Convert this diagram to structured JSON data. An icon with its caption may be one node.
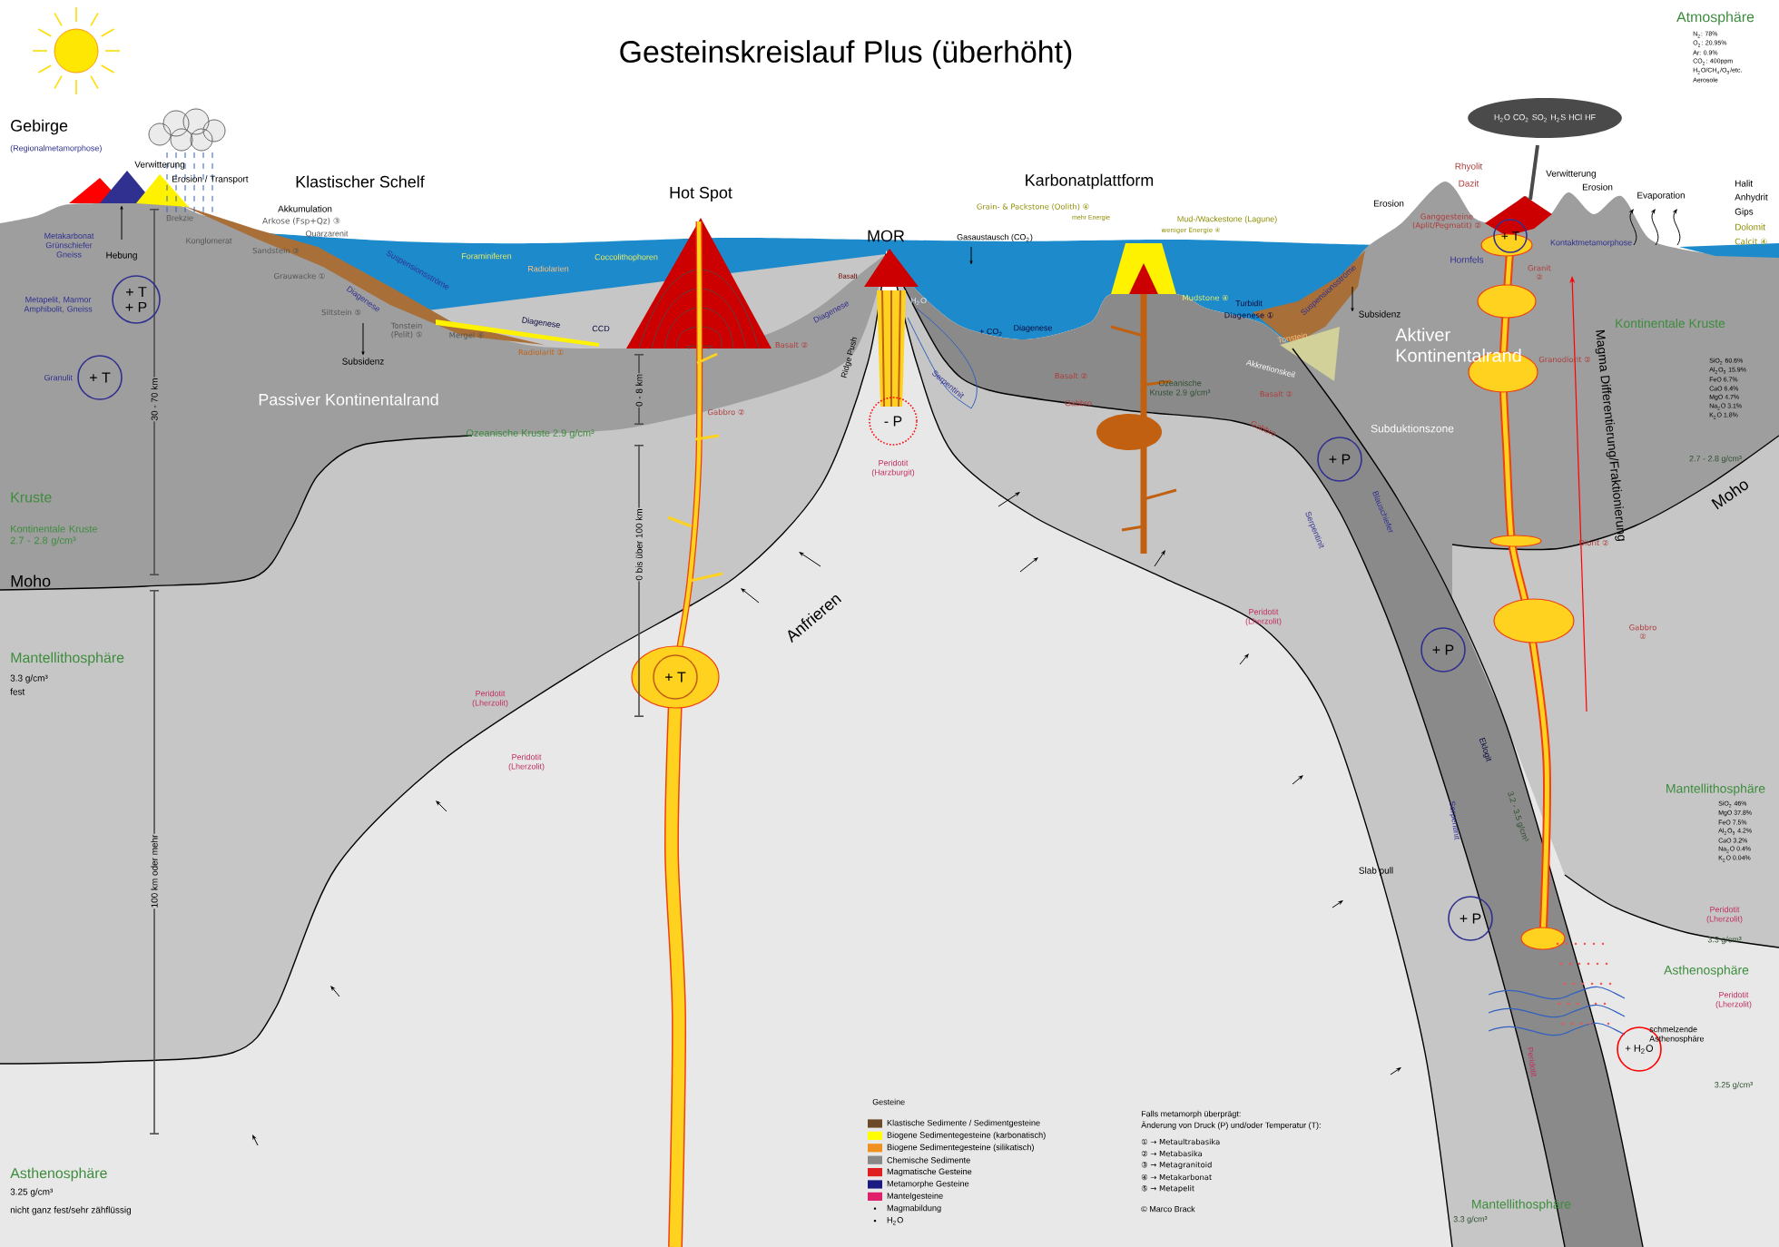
{
  "diagram": {
    "title": "Gesteinskreislauf Plus (überhöht)",
    "nodes": [
      {
        "text": [
          "+ T",
          "+ P"
        ]
      },
      {
        "text": [
          "+ T"
        ],
        "beside": [
          "Granulit"
        ]
      },
      {
        "text": [
          "+ T"
        ]
      },
      {
        "text": [
          "- P"
        ]
      },
      {
        "text": [
          "+ T"
        ]
      },
      {
        "text": [
          "+ P"
        ]
      },
      {
        "text": [
          "+ P"
        ]
      },
      {
        "text": [
          "+ P"
        ]
      },
      {
        "text": [
          "+ H$_{2}$O"
        ]
      },
      {
        "text": [
          "H$_{2}$O CO$_{2}$ SO$_{2}$ H$_{2}$S HCl HF"
        ]
      }
    ],
    "labels": [
      "Atmosphäre",
      "N$_{2}$: 78%",
      "O$_{2}$: 20.95%",
      "Ar: 0.9%",
      "CO$_{2}$: 400ppm",
      "H$_{2}$O/CH$_{4}$/O$_{3}$/etc.",
      "Aerosole",
      "Gebirge",
      "(Regionalmetamorphose)",
      "Verwitterung",
      "Erosion / Transport",
      "Klastischer Schelf",
      "Akkumulation",
      "Arkose (Fsp+Qz) ③",
      "Quarzarenit",
      "Brekzie",
      "Konglomerat",
      "Sandstein ③",
      "Grauwacke ①",
      "Siltstein ⑤",
      "Tonstein (Pelit) ⑤",
      "Mergel ④",
      "Diagenese",
      "Suspensionsströme",
      "Subsidenz",
      "Foraminiferen",
      "Radiolarien",
      "Coccolithophoren",
      "Diagenese",
      "CCD",
      "Radiolarit ①",
      "Metakarbonat Grünschiefer Gneiss",
      "Hebung",
      "Metapelit, Marmor Amphibolit, Gneiss",
      "30 - 70 km",
      "Passiver Kontinentalrand",
      "Ozeanische Kruste 2.9 g/cm³",
      "Kruste",
      "Kontinentale Kruste 2.7 - 2.8 g/cm³",
      "Moho",
      "Mantellithosphäre",
      "3.3 g/cm³",
      "fest",
      "100 km oder mehr",
      "Asthenosphäre",
      "3.25 g/cm³",
      "nicht ganz fest/sehr zähflüssig",
      "Peridotit (Lherzolit)",
      "Peridotit (Lherzolit)",
      "Hot Spot",
      "Basalt ②",
      "Gabbro ②",
      "0 - 8 km",
      "0 bis über 100 km",
      "Anfrieren",
      "MOR",
      "Gasaustausch (CO$_{2}$)",
      "Diagenese",
      "Ridge Push",
      "Basalt",
      "H$_{2}$O",
      "Serpentinit",
      "+ CO$_{2}$",
      "Diagenese",
      "Basalt ②",
      "Gabbro",
      "Peridotit (Harzburgit)",
      "Karbonatplattform",
      "Grain- & Packstone (Oolith) ④",
      "mehr Energie",
      "Mud-/Wackestone (Lagune)",
      "weniger Energie ④",
      "Mudstone ④",
      "Turbidit",
      "Diagenese ①",
      "Suspensionsströme",
      "Tonstein",
      "Subsidenz",
      "Aktiver Kontinentalrand",
      "Akkretionskeil",
      "Ozeanische Kruste 2.9 g/cm³",
      "Basalt ②",
      "Gabbro",
      "Subduktionszone",
      "Erosion",
      "Rhyolit",
      "Dazit",
      "Verwitterung",
      "Erosion",
      "Ganggesteine (Aplit/Pegmatit) ②",
      "Hornfels",
      "Kontaktmetamorphose",
      "Granit ②",
      "Evaporation",
      "Halit",
      "Anhydrit",
      "Gips",
      "Dolomit",
      "Calcit ④",
      "Granodiorit ②",
      "Magma Differentierung/Fraktionierung",
      "Kontinentale Kruste",
      "SiO$_{2}$ 60.6%",
      "Al$_{2}$O$_{3}$ 15.9%",
      "FeO 6.7%",
      "CaO 6.4%",
      "MgO 4.7%",
      "Na$_{2}$O 3.1%",
      "K$_{2}$O 1.8%",
      "2.7 - 2.8 g/cm³",
      "Moho",
      "Diorit ②",
      "Gabbro ②",
      "Peridotit (Lherzolit)",
      "Serpentinit",
      "Blauschiefer",
      "Serpentinit",
      "Eklogit",
      "3.2 - 3.5 g/cm³",
      "Slab pull",
      "Peridotit",
      "Mantellithosphäre",
      "SiO$_{2}$ 46%",
      "MgO 37.8%",
      "FeO 7.5%",
      "Al$_{2}$O$_{3}$ 4.2%",
      "CaO 3.2%",
      "Na$_{2}$O 0.4%",
      "K$_{2}$O 0.04%",
      "Peridotit (Lherzolit)",
      "3.3 g/cm³",
      "Asthenosphäre",
      "Peridotit (Lherzolit)",
      "schmelzende Asthenosphäre",
      "3.25 g/cm³",
      "Mantellithosphäre",
      "3.3 g/cm³",
      "Gesteine",
      "Falls metamorph überprägt:",
      "Änderung von Druck (P) und/oder Temperatur (T):",
      "① → Metaultrabasika",
      "② → Metabasika",
      "③ → Metagranitoid",
      "④ → Metakarbonat",
      "⑤ → Metapelit",
      "© Marco Brack"
    ],
    "legend": [
      {
        "text": "Klastische Sedimente / Sedimentgesteine",
        "color": "#6b4a2a"
      },
      {
        "text": "Biogene Sedimentegesteine (karbonatisch)",
        "color": "#ffff00"
      },
      {
        "text": "Biogene Sedimentegesteine (silikatisch)",
        "color": "#f0901e"
      },
      {
        "text": "Chemische Sedimente",
        "color": "#888888"
      },
      {
        "text": "Magmatische Gesteine",
        "color": "#e02020"
      },
      {
        "text": "Metamorphe Gesteine",
        "color": "#1a1a80"
      },
      {
        "text": "Mantelgesteine",
        "color": "#e0206a"
      },
      {
        "text": "Magmabildung"
      },
      {
        "text": "H$_{2}$O"
      }
    ]
  }
}
